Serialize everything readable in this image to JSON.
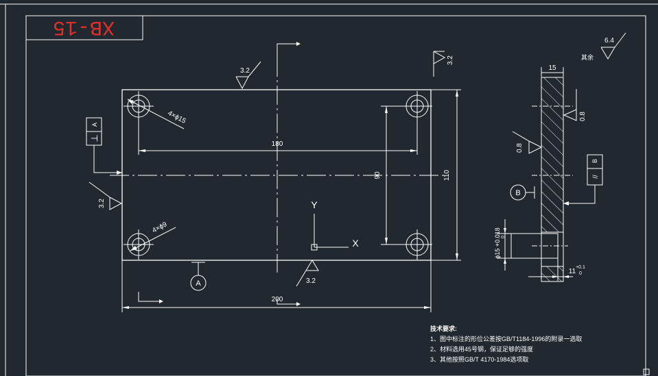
{
  "colors": {
    "background": "#212830",
    "lines": "#ffffff",
    "drawing_number": "#e0302a"
  },
  "title_block": {
    "drawing_number": "XB-15"
  },
  "roughness": {
    "other_value": "6.4",
    "other_label": "其余",
    "r1": "3.2",
    "r2": "3.2",
    "r3": "3.2",
    "r4": "3.2",
    "r5": "0.8",
    "r6": "0.8"
  },
  "plan_view": {
    "hole_large": "4×ϕ15",
    "hole_small": "4×ϕ9",
    "dim_180": "180",
    "dim_90": "90",
    "dim_110": "110",
    "dim_200": "200",
    "axis_y": "Y",
    "axis_x": "X",
    "datum_a": "A"
  },
  "side_view": {
    "dim_15": "15",
    "dim_bore": "ϕ15 +0.018",
    "dim_bore_lower": "0",
    "dim_depth": "11",
    "dim_depth_upper": "+0.1",
    "dim_depth_lower": "0",
    "datum_b": "B"
  },
  "feature_control": {
    "perp_symbol": "⊥",
    "perp_datum": "A",
    "par_symbol": "//",
    "par_datum": "B"
  },
  "tech_requirements": {
    "title": "技术要求:",
    "items": [
      "1、图中标注的形位公差按GB/T1184-1996的附录一选取",
      "2、材料选用45号钢，保证足够的强度",
      "3、其他按照GB/T 4170-1984选项取"
    ]
  }
}
